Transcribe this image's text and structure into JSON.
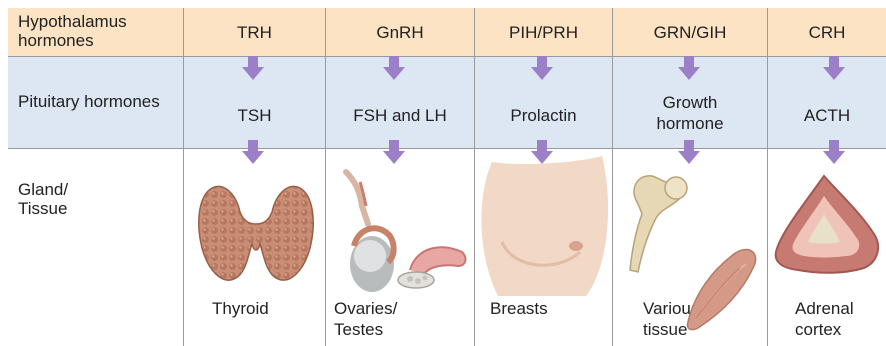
{
  "row_labels": {
    "hypothalamus": "Hypothalamus hormones",
    "pituitary": "Pituitary hormones",
    "gland": "Gland/ Tissue"
  },
  "columns": [
    {
      "hypothalamus": "TRH",
      "pituitary": "TSH",
      "tissue": "Thyroid",
      "tissue_icon": "thyroid-illustration"
    },
    {
      "hypothalamus": "GnRH",
      "pituitary": "FSH and LH",
      "tissue": "Ovaries/ Testes",
      "tissue_icon": "gonads-illustration"
    },
    {
      "hypothalamus": "PIH/PRH",
      "pituitary": "Prolactin",
      "tissue": "Breasts",
      "tissue_icon": "breast-illustration"
    },
    {
      "hypothalamus": "GRN/GIH",
      "pituitary": "Growth hormone",
      "tissue": "Various tissue",
      "tissue_icon": "bone-muscle-illustration"
    },
    {
      "hypothalamus": "CRH",
      "pituitary": "ACTH",
      "tissue": "Adrenal cortex",
      "tissue_icon": "adrenal-illustration"
    }
  ],
  "colors": {
    "hypothalamus_band": "#fbe3c3",
    "pituitary_band": "#dde6f3",
    "arrow": "#9b7fc9",
    "grid_line": "#9a9a9a"
  }
}
